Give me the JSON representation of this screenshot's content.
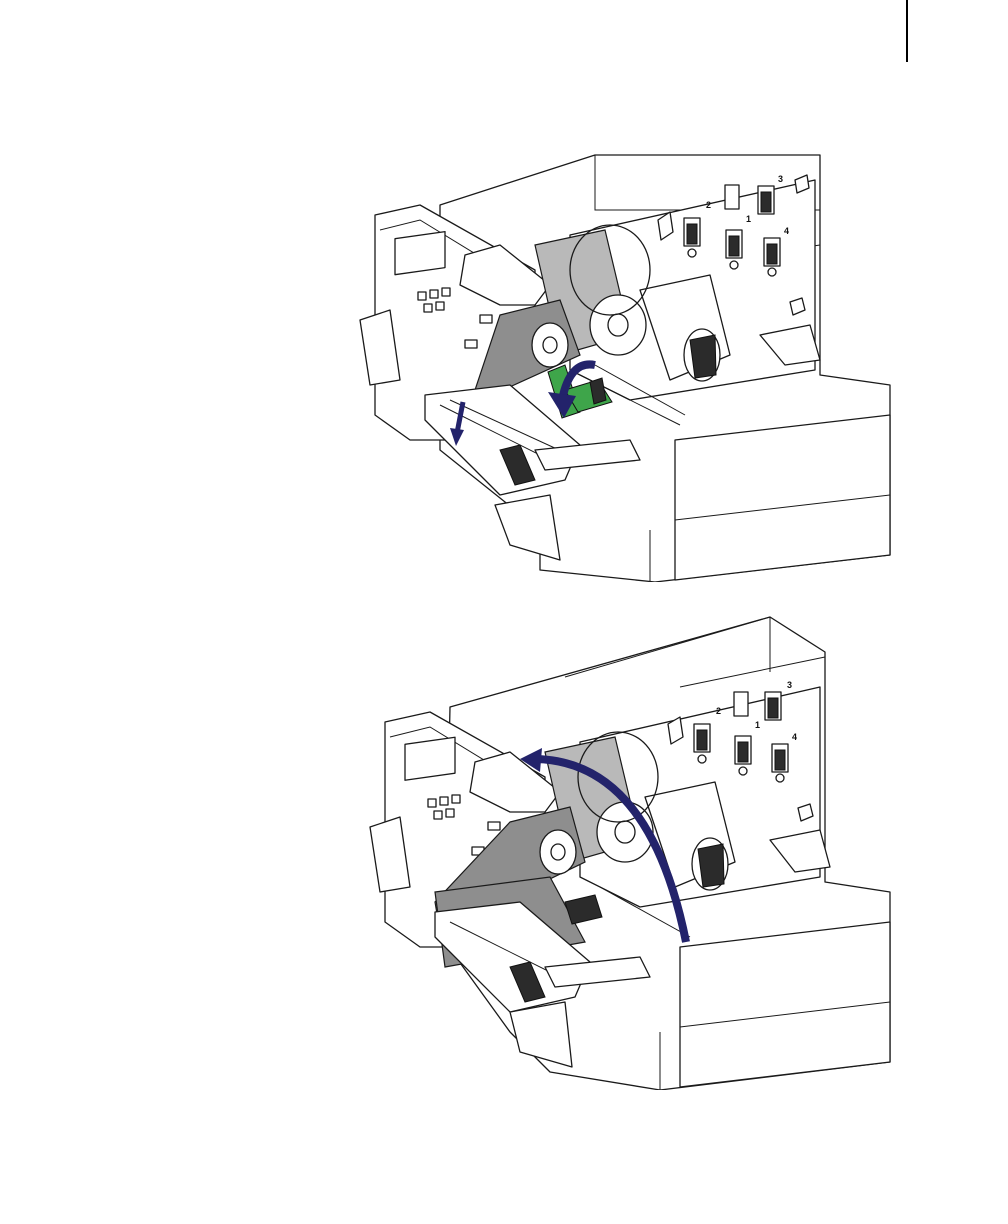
{
  "page": {
    "accent_rule_color": "#000000"
  },
  "figures": [
    {
      "id": "step-1",
      "slot_numbers": [
        "2",
        "1",
        "3",
        "4"
      ],
      "arrow_color": "#23236b",
      "highlight_color": "#3ea54a",
      "ribbon_color": "#8e8e8e"
    },
    {
      "id": "step-2",
      "slot_numbers": [
        "2",
        "1",
        "3",
        "4"
      ],
      "arrow_color": "#23236b",
      "ribbon_color": "#8e8e8e"
    }
  ]
}
